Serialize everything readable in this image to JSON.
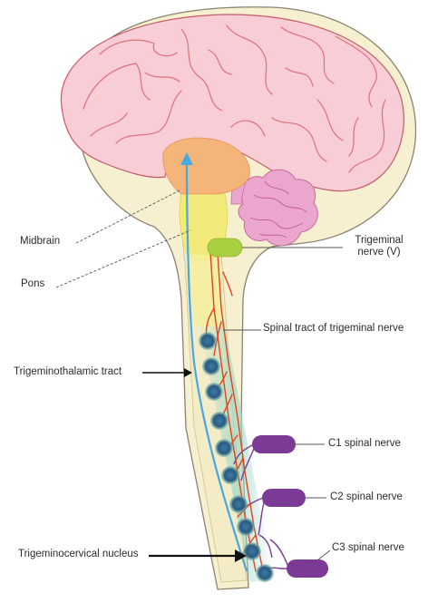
{
  "labels": {
    "midbrain": "Midbrain",
    "pons": "Pons",
    "trigeminal_nerve": "Trigeminal\nnerve (V)",
    "spinal_tract": "Spinal tract of trigeminal nerve",
    "trigeminothalamic_tract": "Trigeminothalamic tract",
    "c1": "C1 spinal nerve",
    "c2": "C2 spinal nerve",
    "c3": "C3 spinal nerve",
    "trigeminocervical_nucleus": "Trigeminocervical nucleus"
  },
  "colors": {
    "brain_fill": "#f8cdd6",
    "brain_gyri": "#e0707a",
    "cord_fill": "#f3ecc6",
    "cord_outline": "#7a7060",
    "midbrain": "#f5b57a",
    "pons": "#f2ea7a",
    "cerebellum": "#e8a0c8",
    "trigeminal_nerve": "#a8d040",
    "nucleus": "#2d5f86",
    "tract": "#4aa8e0",
    "nerve_fibers": "#e0451e",
    "spinal_nerve": "#7a3a96"
  }
}
